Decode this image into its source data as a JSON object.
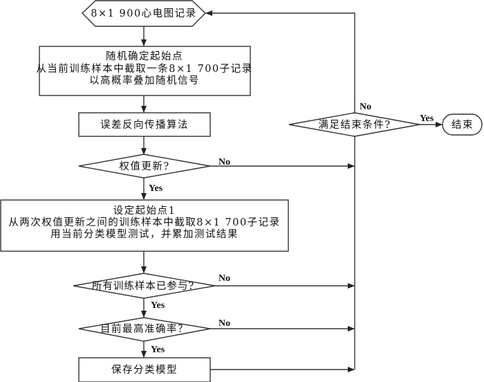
{
  "diagram": {
    "type": "flowchart",
    "nodes": {
      "start": {
        "shape": "hexagon",
        "text": "8×1 900心电图记录"
      },
      "random_start": {
        "shape": "process",
        "lines": [
          "随机确定起始点",
          "从当前训练样本中截取一条8×1 700子记录",
          "以高概率叠加随机信号"
        ]
      },
      "backprop": {
        "shape": "process",
        "text": "误差反向传播算法"
      },
      "weight_update": {
        "shape": "decision",
        "text": "权值更新?"
      },
      "test": {
        "shape": "process",
        "lines": [
          "设定起始点1",
          "从两次权值更新之间的训练样本中截取8×1 700子记录",
          "用当前分类模型测试，并累加测试结果"
        ]
      },
      "all_samples": {
        "shape": "decision",
        "text": "所有训练样本已参与?"
      },
      "best_accuracy": {
        "shape": "decision",
        "text": "目前最高准确率？"
      },
      "save_model": {
        "shape": "process",
        "text": "保存分类模型"
      },
      "end_condition": {
        "shape": "decision",
        "text": "满足结束条件?"
      },
      "end": {
        "shape": "terminal",
        "text": "结束"
      }
    },
    "edge_labels": {
      "weight_update_no": "No",
      "weight_update_yes": "Yes",
      "all_samples_no": "No",
      "all_samples_yes": "Yes",
      "best_accuracy_no": "No",
      "best_accuracy_yes": "Yes",
      "end_condition_no": "No",
      "end_condition_yes": "Yes"
    },
    "edges": [
      {
        "from": "start",
        "to": "random_start"
      },
      {
        "from": "random_start",
        "to": "backprop"
      },
      {
        "from": "backprop",
        "to": "weight_update"
      },
      {
        "from": "weight_update",
        "to": "test",
        "label": "Yes"
      },
      {
        "from": "weight_update",
        "to": "end_condition",
        "label": "No"
      },
      {
        "from": "test",
        "to": "all_samples"
      },
      {
        "from": "all_samples",
        "to": "best_accuracy",
        "label": "Yes"
      },
      {
        "from": "all_samples",
        "to": "end_condition",
        "label": "No"
      },
      {
        "from": "best_accuracy",
        "to": "save_model",
        "label": "Yes"
      },
      {
        "from": "best_accuracy",
        "to": "end_condition",
        "label": "No"
      },
      {
        "from": "save_model",
        "to": "end_condition"
      },
      {
        "from": "end_condition",
        "to": "start",
        "label": "No"
      },
      {
        "from": "end_condition",
        "to": "end",
        "label": "Yes"
      }
    ]
  }
}
